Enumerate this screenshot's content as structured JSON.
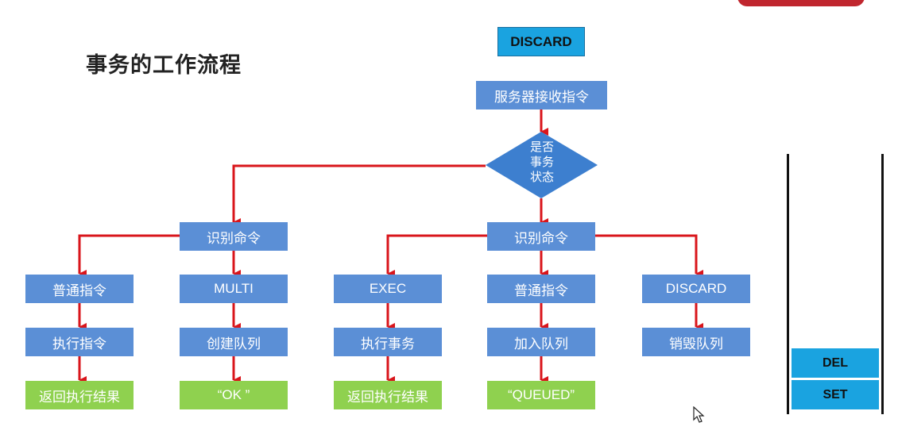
{
  "title": "事务的工作流程",
  "top_badge": {
    "color": "#c0262e"
  },
  "colors": {
    "process": "#5b8fd6",
    "result": "#8fd14f",
    "command": "#1aa3e0",
    "arrow": "#d9151b"
  },
  "flow": {
    "discard_top": "DISCARD",
    "receive": "服务器接收指令",
    "decision": {
      "line1": "是否",
      "line2": "事务",
      "line3": "状态"
    },
    "left": {
      "identify": "识别命令",
      "normal": {
        "cmd": "普通指令",
        "action": "执行指令",
        "result": "返回执行结果"
      },
      "multi": {
        "cmd": "MULTI",
        "action": "创建队列",
        "result": "“OK ”"
      }
    },
    "right": {
      "identify": "识别命令",
      "exec": {
        "cmd": "EXEC",
        "action": "执行事务",
        "result": "返回执行结果"
      },
      "normal": {
        "cmd": "普通指令",
        "action": "加入队列",
        "result": "“QUEUED”"
      },
      "discard": {
        "cmd": "DISCARD",
        "action": "销毁队列"
      }
    }
  },
  "stack": {
    "items": [
      "DEL",
      "SET"
    ]
  },
  "icons": {
    "cursor": "mouse-pointer-icon"
  }
}
